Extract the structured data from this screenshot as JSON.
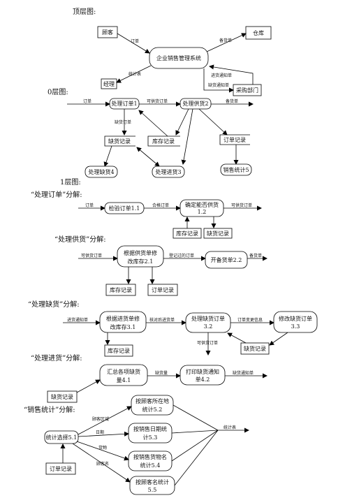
{
  "headings": {
    "top": "顶层图:",
    "level0": "0层图:",
    "level1": "1层图:",
    "s1": "“处理订单”分解:",
    "s2": "“处理供货”分解:",
    "s3": "“处理缺货”分解:",
    "s4": "“处理进货”分解:",
    "s5": "“销售统计”分解:"
  },
  "top": {
    "customer": "顾客",
    "warehouse": "仓库",
    "system": "企业销售管理系统",
    "manager": "经理",
    "purchasing": "采购部门",
    "f_order": "订单",
    "f_ship": "备货单",
    "f_stats": "统计表",
    "f_arrival": "进货通知单",
    "f_shortage": "缺货通知单"
  },
  "l0": {
    "p1": "处理订单1",
    "p2": "处理供货2",
    "p3": "处理进货3",
    "p4": "处理缺货4",
    "p5": "销售统计5",
    "d_short": "缺货记录",
    "d_stock": "库存记录",
    "d_order": "订单记录",
    "f_order": "订单",
    "f_valid": "可供货订单",
    "f_ship": "备货单",
    "f_short_order": "缺货订单"
  },
  "s1": {
    "p1": "检验订单1.1",
    "p2a": "确定能否供货",
    "p2b": "1.2",
    "d_stock": "库存记录",
    "d_short": "缺货记录",
    "f_in": "订单",
    "f_ok": "合格订单",
    "f_out": "可供货订单"
  },
  "s2": {
    "p1a": "根据供货单修",
    "p1b": "改库存2.1",
    "p2": "开备货单2.2",
    "d_stock": "库存记录",
    "d_order": "订单记录",
    "f_in": "可供货订单",
    "f_mid": "登记过的订单",
    "f_out": "备货单"
  },
  "s3": {
    "p1a": "根据进货单修",
    "p1b": "改库存3.1",
    "p2a": "处理缺货订单",
    "p2b": "3.2",
    "p3a": "修改缺货订单",
    "p3b": "3.3",
    "d_stock": "库存记录",
    "d_short": "缺货记录",
    "f_in": "进货通知单",
    "f_mid": "核对后进货单",
    "f_change": "订单变更信息",
    "f_out": "可供货订单"
  },
  "s4": {
    "p1a": "汇总各项缺货",
    "p1b": "量4.1",
    "p2a": "打印缺货通知",
    "p2b": "单4.2",
    "d_short": "缺货记录",
    "f_mid": "缺货量",
    "f_out": "缺货通知单"
  },
  "s5": {
    "p1": "统计选择5.1",
    "p2a": "按顾客所在地",
    "p2b": "统计5.2",
    "p3a": "按销售日期统",
    "p3b": "计5.3",
    "p4a": "按销售货物名",
    "p4b": "统计5.4",
    "p5a": "按顾客名统计",
    "p5b": "5.5",
    "d_order": "订单记录",
    "f_region": "顾客区域",
    "f_date": "日期",
    "f_goods": "货物",
    "f_name": "顾客名",
    "f_out": "统计表"
  }
}
